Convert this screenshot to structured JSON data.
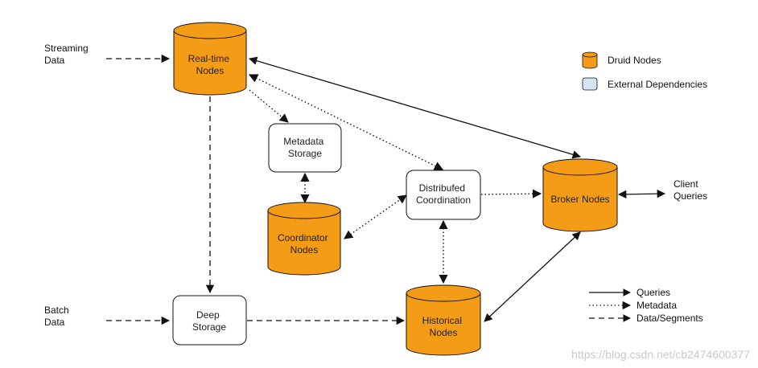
{
  "inputs": {
    "streaming": [
      "Streaming",
      "Data"
    ],
    "batch": [
      "Batch",
      "Data"
    ],
    "client": [
      "Client",
      "Queries"
    ]
  },
  "nodes": {
    "realtime": [
      "Real-time",
      "Nodes"
    ],
    "metadata": [
      "Metadata",
      "Storage"
    ],
    "coordinator": [
      "Coordinator",
      "Nodes"
    ],
    "distributed": [
      "Distribufed",
      "Coordination"
    ],
    "broker": [
      "Broker Nodes"
    ],
    "deep": [
      "Deep",
      "Storage"
    ],
    "historical": [
      "Historical",
      "Nodes"
    ]
  },
  "legend": {
    "druid": "Druid Nodes",
    "external": "External Dependencies",
    "queries": "Queries",
    "metadata": "Metadata",
    "data": "Data/Segments"
  },
  "watermark": "https://blog.csdn.net/cb2474600377",
  "colors": {
    "druid_fill": "#f59c17",
    "external_fill": "#d4e4f2",
    "line": "#111111"
  }
}
